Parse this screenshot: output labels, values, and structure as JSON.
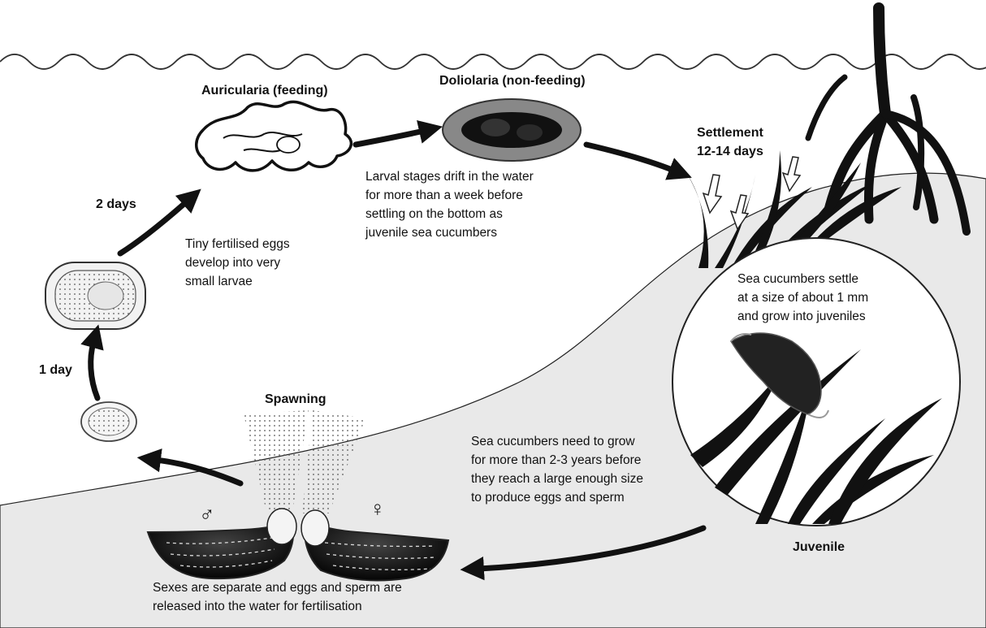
{
  "stages": {
    "auricularia": "Auricularia (feeding)",
    "doliolaria": "Doliolaria (non-feeding)",
    "settlement_title": "Settlement",
    "settlement_days": "12-14 days",
    "spawning": "Spawning",
    "juvenile": "Juvenile"
  },
  "durations": {
    "two_days": "2 days",
    "one_day": "1 day"
  },
  "captions": {
    "eggs": [
      "Tiny fertilised eggs",
      "develop into very",
      "small larvae"
    ],
    "drift": [
      "Larval stages drift in the water",
      "for more than a week before",
      "settling on the bottom as",
      "juvenile sea cucumbers"
    ],
    "settle": [
      "Sea cucumbers settle",
      "at a size of about 1 mm",
      "and grow into juveniles"
    ],
    "grow": [
      "Sea cucumbers need to grow",
      "for more than 2-3 years before",
      "they reach a large enough size",
      "to produce eggs and sperm"
    ],
    "sexes": [
      "Sexes are separate and eggs and sperm are",
      "released into the water for fertilisation"
    ]
  },
  "symbols": {
    "male": "♂",
    "female": "♀"
  },
  "colors": {
    "seabed": "#e9e9e9",
    "ink": "#111111",
    "water_line": "#333333"
  }
}
